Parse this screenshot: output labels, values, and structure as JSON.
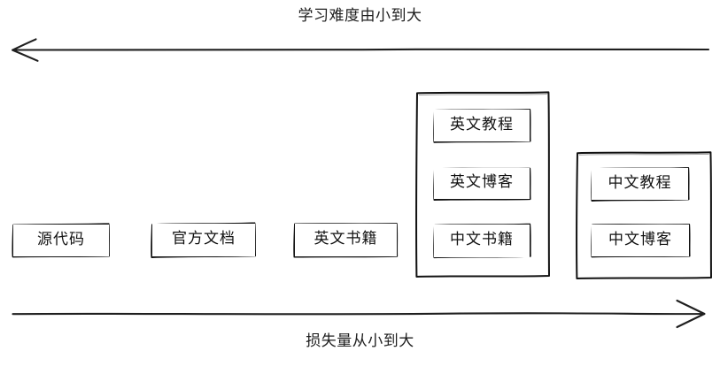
{
  "diagram": {
    "style": "hand-drawn sketch",
    "background_color": "#ffffff",
    "stroke_color": "#1a1a1a",
    "top_axis": {
      "label": "学习难度由小到大",
      "direction": "left",
      "arrow_icon": "arrow-left-icon"
    },
    "bottom_axis": {
      "label": "损失量从小到大",
      "direction": "right",
      "arrow_icon": "arrow-right-icon"
    },
    "nodes": [
      {
        "id": "source-code",
        "label": "源代码"
      },
      {
        "id": "official-docs",
        "label": "官方文档"
      },
      {
        "id": "english-books",
        "label": "英文书籍"
      }
    ],
    "groups": [
      {
        "id": "english-group",
        "items": [
          {
            "id": "english-tutorial",
            "label": "英文教程"
          },
          {
            "id": "english-blog",
            "label": "英文博客"
          },
          {
            "id": "chinese-books",
            "label": "中文书籍"
          }
        ]
      },
      {
        "id": "chinese-group",
        "items": [
          {
            "id": "chinese-tutorial",
            "label": "中文教程"
          },
          {
            "id": "chinese-blog",
            "label": "中文博客"
          }
        ]
      }
    ]
  }
}
